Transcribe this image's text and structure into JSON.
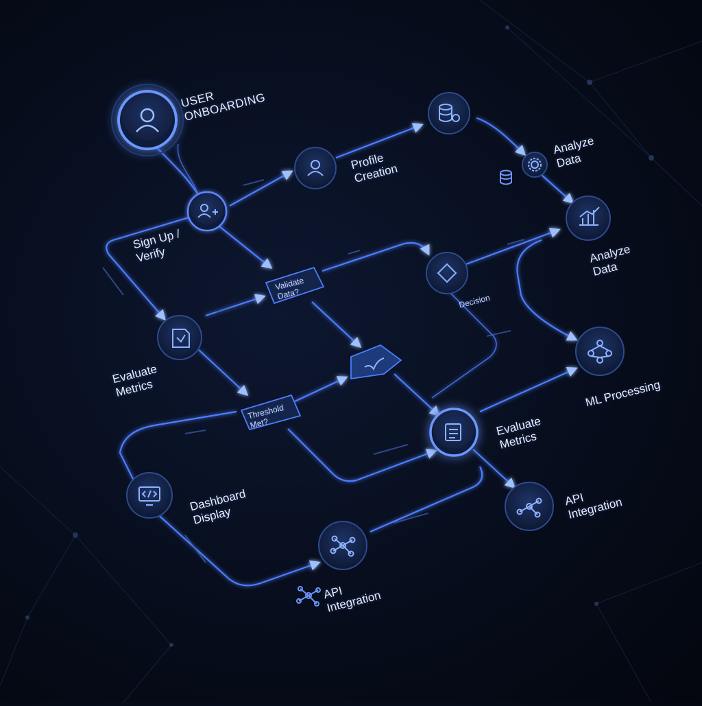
{
  "diagram": {
    "title_line1": "USER",
    "title_line2": "ONBOARDING",
    "nodes": {
      "profile_line1": "Profile",
      "profile_line2": "Creation",
      "analyze_top_line1": "Analyze",
      "analyze_top_line2": "Data",
      "analyze_mid_line1": "Analyze",
      "analyze_mid_line2": "Data",
      "signup_line1": "Sign Up /",
      "signup_line2": "Verify",
      "validate_line1": "Validate",
      "validate_line2": "Data?",
      "decision": "Decision",
      "eval_left_line1": "Evaluate",
      "eval_left_line2": "Metrics",
      "threshold_line1": "Threshold",
      "threshold_line2": "Met?",
      "eval_right_line1": "Evaluate",
      "eval_right_line2": "Metrics",
      "ml_processing": "ML Processing",
      "dashboard_line1": "Dashboard",
      "dashboard_line2": "Display",
      "api_right_line1": "API",
      "api_right_line2": "Integration",
      "api_bottom_line1": "API",
      "api_bottom_line2": "Integration"
    },
    "icons": {
      "onboarding": "user-icon",
      "profile": "user-icon",
      "signup": "add-user-icon",
      "database": "database-icon",
      "analyze_top": "gear-icon",
      "analyze_mid": "bar-chart-icon",
      "decision": "diamond-icon",
      "evaluate_left": "document-icon",
      "route": "route-icon",
      "evaluate_right": "report-icon",
      "ml": "network-icon",
      "dashboard": "monitor-code-icon",
      "api": "network-icon"
    },
    "colors": {
      "background": "#070d1c",
      "line": "#4d7dff",
      "glow": "#7aa4ff",
      "node_fill": "#142346",
      "text": "#e6ecff"
    }
  }
}
